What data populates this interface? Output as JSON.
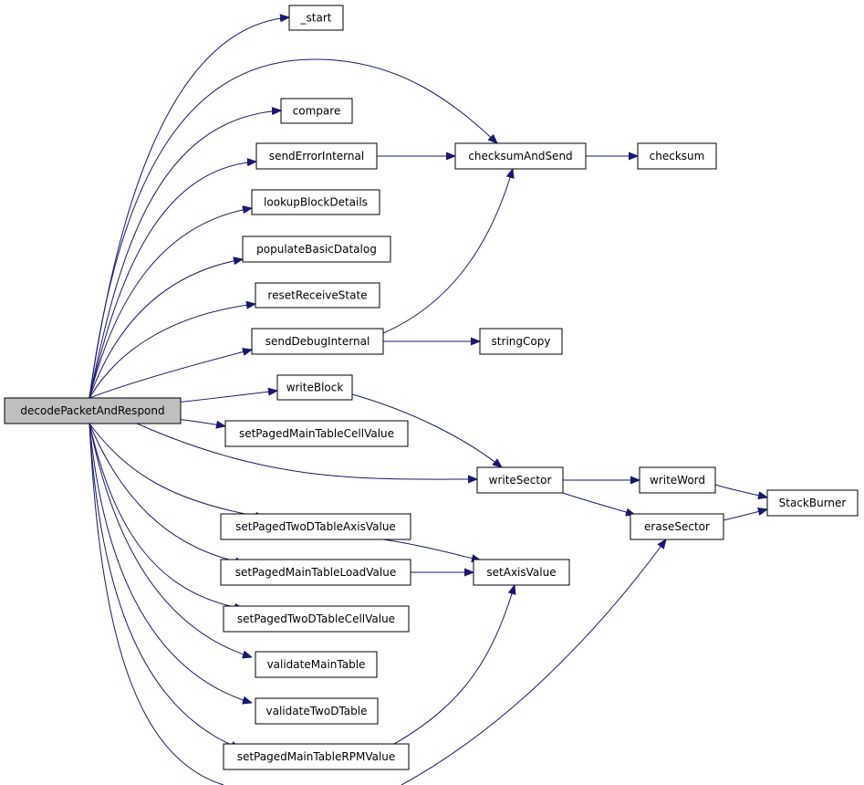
{
  "diagram": {
    "type": "call-graph",
    "colors": {
      "edge": "#191970",
      "root_fill": "#bfbfbf",
      "node_fill": "#ffffff",
      "node_border": "#000000"
    },
    "nodes": [
      {
        "id": "decodePacketAndRespond",
        "label": "decodePacketAndRespond",
        "root": true
      },
      {
        "id": "_start",
        "label": "_start"
      },
      {
        "id": "compare",
        "label": "compare"
      },
      {
        "id": "sendErrorInternal",
        "label": "sendErrorInternal"
      },
      {
        "id": "checksumAndSend",
        "label": "checksumAndSend"
      },
      {
        "id": "checksum",
        "label": "checksum"
      },
      {
        "id": "lookupBlockDetails",
        "label": "lookupBlockDetails"
      },
      {
        "id": "populateBasicDatalog",
        "label": "populateBasicDatalog"
      },
      {
        "id": "resetReceiveState",
        "label": "resetReceiveState"
      },
      {
        "id": "sendDebugInternal",
        "label": "sendDebugInternal"
      },
      {
        "id": "stringCopy",
        "label": "stringCopy"
      },
      {
        "id": "writeBlock",
        "label": "writeBlock"
      },
      {
        "id": "setPagedMainTableCellValue",
        "label": "setPagedMainTableCellValue"
      },
      {
        "id": "writeSector",
        "label": "writeSector"
      },
      {
        "id": "writeWord",
        "label": "writeWord"
      },
      {
        "id": "StackBurner",
        "label": "StackBurner"
      },
      {
        "id": "eraseSector",
        "label": "eraseSector"
      },
      {
        "id": "setPagedTwoDTableAxisValue",
        "label": "setPagedTwoDTableAxisValue"
      },
      {
        "id": "setPagedMainTableLoadValue",
        "label": "setPagedMainTableLoadValue"
      },
      {
        "id": "setAxisValue",
        "label": "setAxisValue"
      },
      {
        "id": "setPagedTwoDTableCellValue",
        "label": "setPagedTwoDTableCellValue"
      },
      {
        "id": "validateMainTable",
        "label": "validateMainTable"
      },
      {
        "id": "validateTwoDTable",
        "label": "validateTwoDTable"
      },
      {
        "id": "setPagedMainTableRPMValue",
        "label": "setPagedMainTableRPMValue"
      }
    ],
    "edges": [
      {
        "from": "decodePacketAndRespond",
        "to": "_start"
      },
      {
        "from": "decodePacketAndRespond",
        "to": "checksumAndSend"
      },
      {
        "from": "decodePacketAndRespond",
        "to": "compare"
      },
      {
        "from": "decodePacketAndRespond",
        "to": "sendErrorInternal"
      },
      {
        "from": "decodePacketAndRespond",
        "to": "lookupBlockDetails"
      },
      {
        "from": "decodePacketAndRespond",
        "to": "populateBasicDatalog"
      },
      {
        "from": "decodePacketAndRespond",
        "to": "resetReceiveState"
      },
      {
        "from": "decodePacketAndRespond",
        "to": "sendDebugInternal"
      },
      {
        "from": "decodePacketAndRespond",
        "to": "writeBlock"
      },
      {
        "from": "decodePacketAndRespond",
        "to": "setPagedMainTableCellValue"
      },
      {
        "from": "decodePacketAndRespond",
        "to": "writeSector"
      },
      {
        "from": "decodePacketAndRespond",
        "to": "setPagedTwoDTableAxisValue"
      },
      {
        "from": "decodePacketAndRespond",
        "to": "setPagedMainTableLoadValue"
      },
      {
        "from": "decodePacketAndRespond",
        "to": "setPagedTwoDTableCellValue"
      },
      {
        "from": "decodePacketAndRespond",
        "to": "validateMainTable"
      },
      {
        "from": "decodePacketAndRespond",
        "to": "validateTwoDTable"
      },
      {
        "from": "decodePacketAndRespond",
        "to": "setPagedMainTableRPMValue"
      },
      {
        "from": "decodePacketAndRespond",
        "to": "eraseSector"
      },
      {
        "from": "sendErrorInternal",
        "to": "checksumAndSend"
      },
      {
        "from": "checksumAndSend",
        "to": "checksum"
      },
      {
        "from": "sendDebugInternal",
        "to": "checksumAndSend"
      },
      {
        "from": "sendDebugInternal",
        "to": "stringCopy"
      },
      {
        "from": "writeBlock",
        "to": "writeSector"
      },
      {
        "from": "writeSector",
        "to": "writeWord"
      },
      {
        "from": "writeSector",
        "to": "eraseSector"
      },
      {
        "from": "writeWord",
        "to": "StackBurner"
      },
      {
        "from": "eraseSector",
        "to": "StackBurner"
      },
      {
        "from": "setPagedTwoDTableAxisValue",
        "to": "setAxisValue"
      },
      {
        "from": "setPagedMainTableLoadValue",
        "to": "setAxisValue"
      },
      {
        "from": "setPagedMainTableRPMValue",
        "to": "setAxisValue"
      }
    ]
  }
}
